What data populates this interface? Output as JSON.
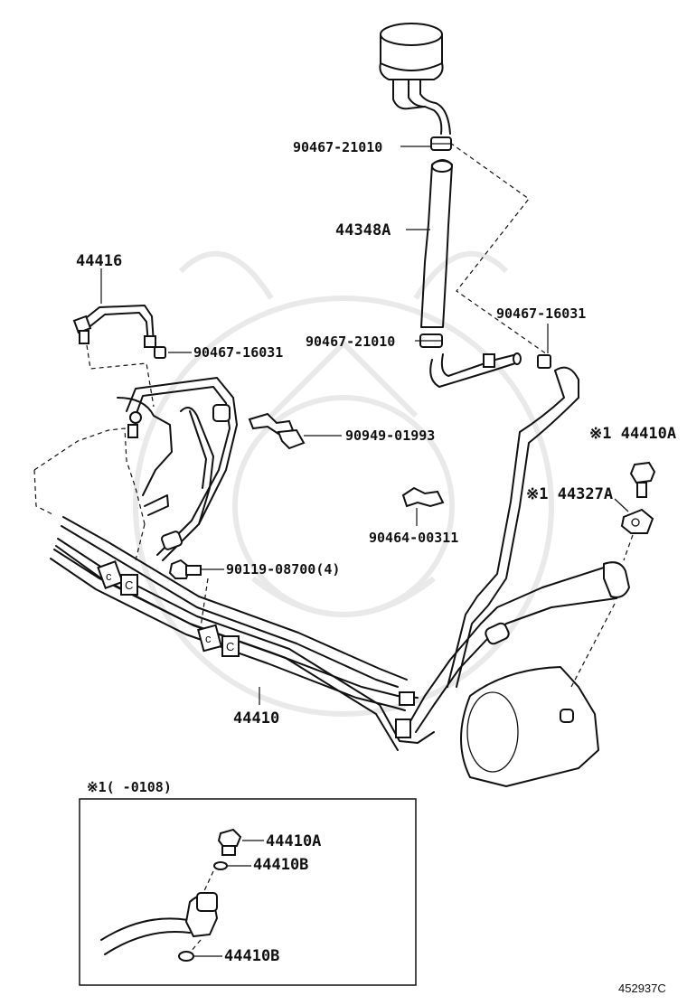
{
  "labels": {
    "p90467_21010_top": "90467-21010",
    "p44348A": "44348A",
    "p44416": "44416",
    "p90467_16031_left": "90467-16031",
    "p90467_21010_low": "90467-21010",
    "p90467_16031_right": "90467-16031",
    "p90949_01993": "90949-01993",
    "p44410A_main": "※1 44410A",
    "p44327A": "※1 44327A",
    "p90464_00311": "90464-00311",
    "p90119_08700": "90119-08700(4)",
    "p44410": "44410"
  },
  "inset": {
    "header": "※1(    -0108)",
    "p44410A": "44410A",
    "p44410B_top": "44410B",
    "p44410B_bottom": "44410B"
  },
  "clip_marks": {
    "c": "c",
    "C": "C"
  },
  "reference_code": "452937C"
}
